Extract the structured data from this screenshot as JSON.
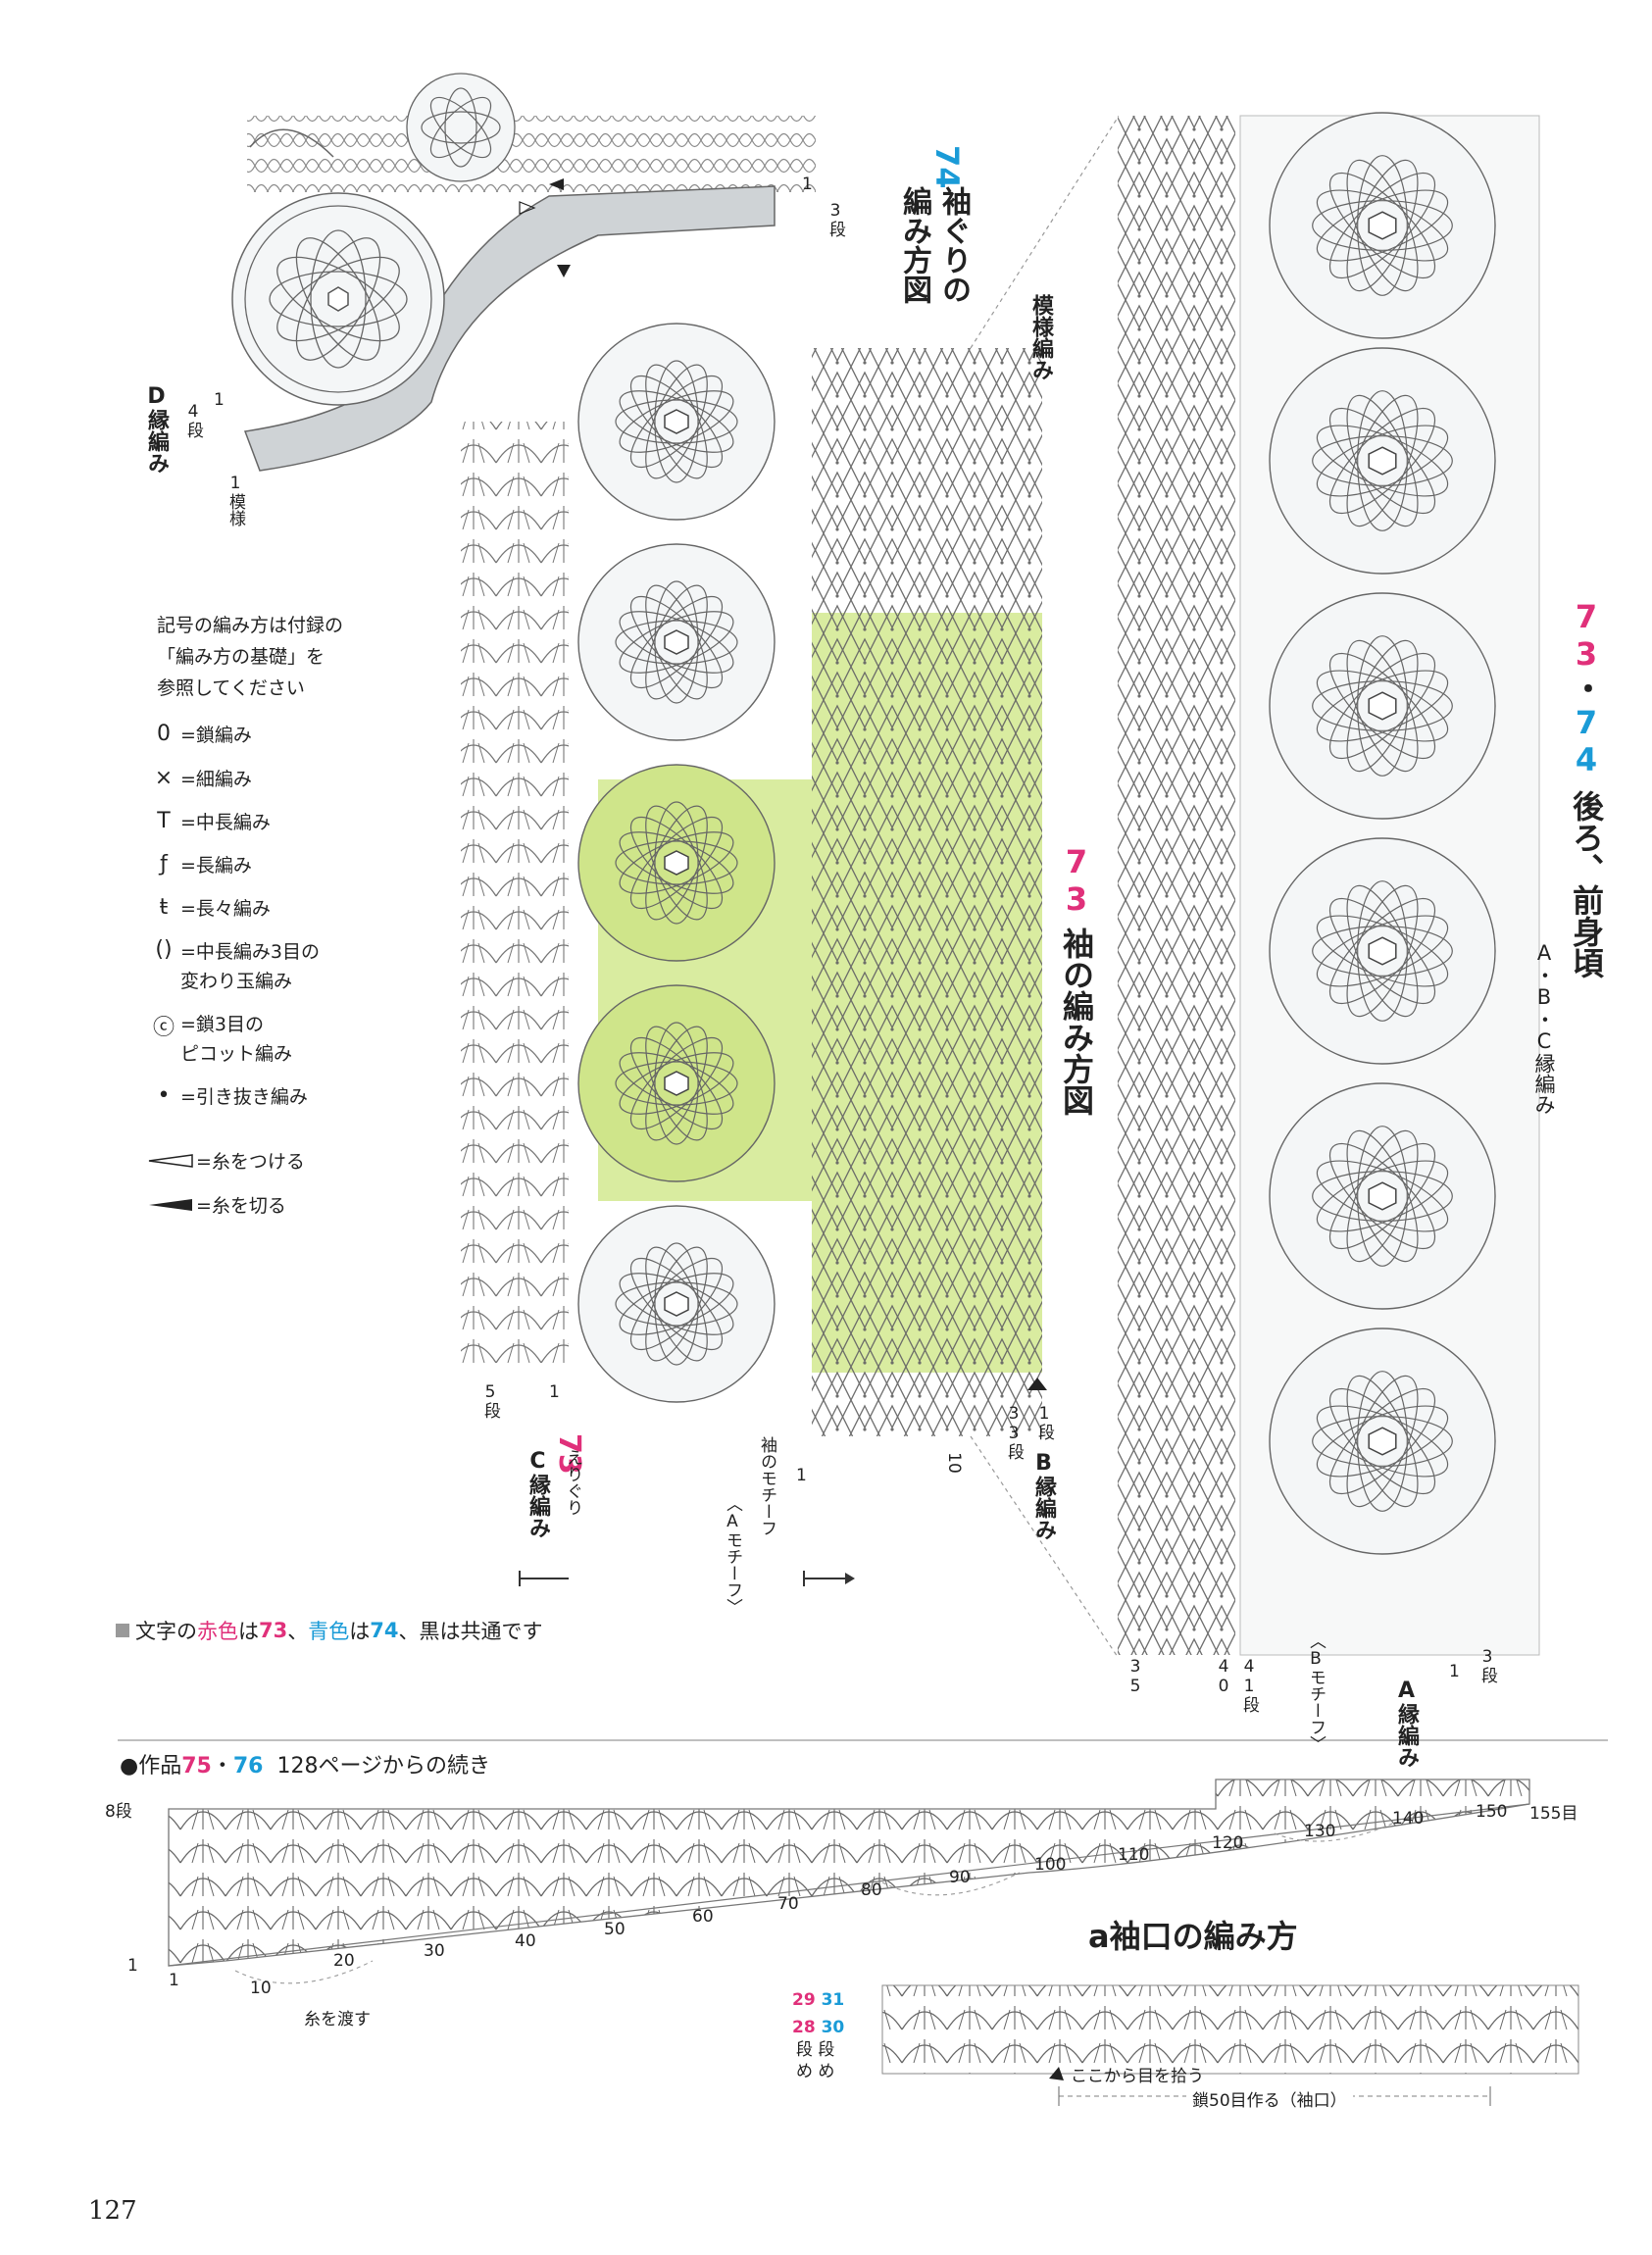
{
  "section74_cuff": {
    "num": "74",
    "title_line1": "袖ぐりの",
    "title_line2": "編み方図",
    "rows_label": "3段",
    "row1": "1",
    "d_edge": "D縁編み",
    "d_rows": "4段",
    "d_pattern": "1模様",
    "d_row1": "1"
  },
  "legend": {
    "intro": [
      "記号の編み方は付録の",
      "「編み方の基礎」を",
      "参照してください"
    ],
    "items": [
      {
        "symbol": "0",
        "label": "=鎖編み"
      },
      {
        "symbol": "×",
        "label": "=細編み"
      },
      {
        "symbol": "T",
        "label": "=中長編み"
      },
      {
        "symbol": "ƒ",
        "label": "=長編み"
      },
      {
        "symbol": "ŧ",
        "label": "=長々編み"
      },
      {
        "symbol": "()",
        "label": "=中長編み3目の",
        "label2": "変わり玉編み"
      },
      {
        "symbol": "ⓒ",
        "label": "=鎖3目の",
        "label2": "ピコット編み"
      },
      {
        "symbol": "•",
        "label": "=引き抜き編み"
      }
    ],
    "attach": "=糸をつける",
    "cut": "=糸を切る"
  },
  "sleeve73": {
    "num": "73",
    "title": "袖の編み方図",
    "pattern": "模様編み",
    "rows_top": "1段",
    "rows_bottom": "33段",
    "b_edge": "B縁編み",
    "motif_note": "袖のモチーフ",
    "motif_note2": "〈Aモチーフ〉",
    "c_num": "73",
    "c_label": "C縁編み",
    "c_note": "えりぐり",
    "c_rows": "5段",
    "c_row1": "1",
    "label_10": "10",
    "label_1": "1"
  },
  "body": {
    "num_a": "73",
    "num_b": "74",
    "title": "後ろ、前身頃",
    "edges": "A・B・C縁編み",
    "row41": "41段",
    "row40": "40",
    "row35": "35",
    "row3": "3段",
    "row1": "1",
    "a_edge": "A縁編み",
    "b_motif": "〈Bモチーフ〉"
  },
  "color_note": {
    "prefix": "文字の",
    "red": "赤色",
    "mid1": "は",
    "n73": "73",
    "mid2": "、",
    "blue": "青色",
    "mid3": "は",
    "n74": "74",
    "suffix": "、黒は共通です"
  },
  "work75": {
    "bullet": "●作品",
    "num_a": "75",
    "dot": "・",
    "num_b": "76",
    "cont": "128ページからの続き",
    "row8": "8段",
    "row1": "1",
    "ticks": [
      "1",
      "10",
      "20",
      "30",
      "40",
      "50",
      "60",
      "70",
      "80",
      "90",
      "100",
      "110",
      "120",
      "130",
      "140",
      "150",
      "155目"
    ],
    "carry": "糸を渡す"
  },
  "cuff_a": {
    "title": "a袖口の編み方",
    "r29": "29",
    "r31": "31",
    "r28": "28",
    "r30": "30",
    "dan1": "段",
    "dan2": "段",
    "me1": "め",
    "me2": "め",
    "pick": "ここから目を拾う",
    "chain": "鎖50目作る（袖口）"
  },
  "page_number": "127",
  "colors": {
    "green_fill": "#d9eca0",
    "green_dark": "#c7e08a",
    "pink": "#e0307a",
    "blue": "#1a9bd7",
    "line": "#555555",
    "fill_gray": "#cfd3d6"
  }
}
